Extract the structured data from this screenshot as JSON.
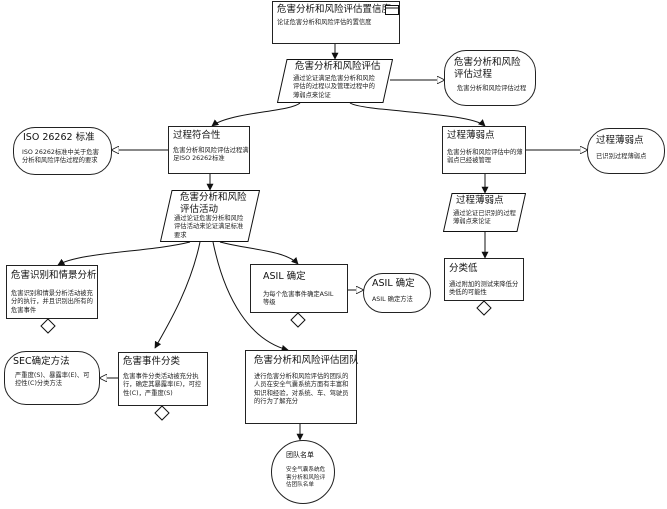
{
  "nodes": {
    "root": {
      "title": "危害分析和风险评估置信度",
      "body": "论证危害分析和风险评估的置信度"
    },
    "main": {
      "title": "危害分析和风险评估",
      "body": "通过论证满足危害分析和风险评估的过程以及管理过程中的薄弱点来论证"
    },
    "hara_process": {
      "title": "危害分析和风险评估过程",
      "body": "危害分析和风险评估过程"
    },
    "iso": {
      "title": "ISO 26262 标准",
      "body": "ISO 26262标准中关于危害分析和风险评估过程的要求"
    },
    "process_conformance": {
      "title": "过程符合性",
      "body": "危害分析和风险评估过程满足ISO 26262标准"
    },
    "weak_point": {
      "title": "过程薄弱点",
      "body": "危害分析和风险评估中的薄弱点已经被管理"
    },
    "weak_point_ctx": {
      "title": "过程薄弱点",
      "body": "已识别过程薄弱点"
    },
    "activities": {
      "title": "危害分析和风险评估活动",
      "body": "通过论证危害分析和风险评估活动来论证满足标准要求"
    },
    "weak_point_arg": {
      "title": "过程薄弱点",
      "body": "通过论证已识别的过程薄弱点来论证"
    },
    "hazard_id": {
      "title": "危害识别和情景分析",
      "body": "危害识别和情景分析活动被充分的执行，并且识别出所有的危害事件"
    },
    "asil": {
      "title": "ASIL 确定",
      "body": "为每个危害事件确定ASIL等级"
    },
    "asil_ctx": {
      "title": "ASIL 确定",
      "body": "ASIL 确定方法"
    },
    "classification": {
      "title": "分类低",
      "body": "通过附加的测试来降低分类低的可能性"
    },
    "sec": {
      "title": "SEC确定方法",
      "body": "严重度(S)、暴露率(E)、可控性(C)分类方法"
    },
    "event_class": {
      "title": "危害事件分类",
      "body": "危害事件分类活动被充分执行，确定其暴露率(E)，可控性(C)，严重度(S)"
    },
    "team": {
      "title": "危害分析和风险评估团队",
      "body": "进行危害分析和风险评估的团队的人员在安全气囊系统方面有丰富和知识和经验，对系统、车、驾驶员的行为了解充分"
    },
    "team_list": {
      "title": "团队名单",
      "body": "安全气囊系统危害分析和风险评估团队名单"
    }
  },
  "icons": {
    "document": "document-icon",
    "undeveloped": "undeveloped-diamond"
  }
}
